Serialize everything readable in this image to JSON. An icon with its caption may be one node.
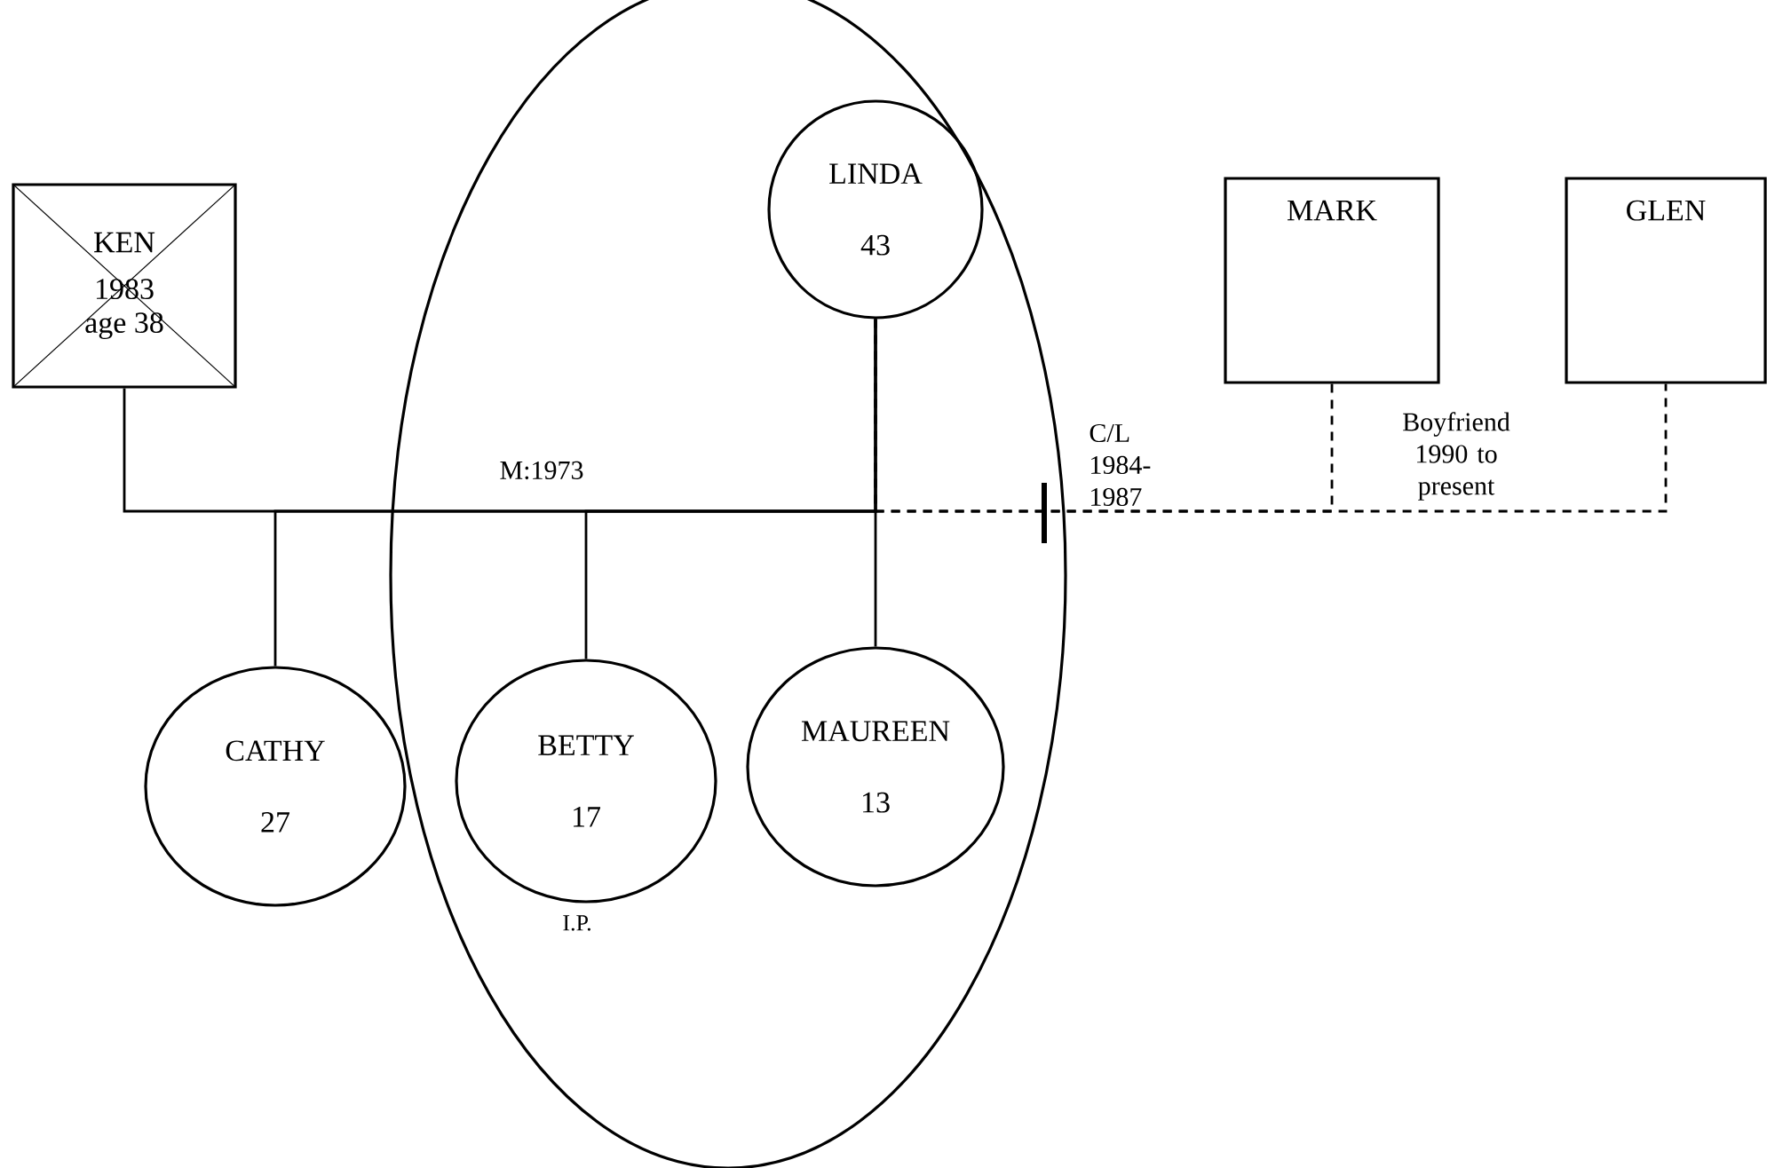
{
  "diagram": {
    "nodes": [
      {
        "text": [
          "KEN",
          "1983 age 38"
        ]
      },
      {
        "text": [],
        "shape": "ellipse"
      },
      {
        "text": [
          "LINDA",
          "43"
        ],
        "in": 1
      },
      {
        "text": [
          "MARK"
        ]
      },
      {
        "text": [
          "GLEN"
        ]
      },
      {
        "text": [
          "CATHY",
          "27"
        ]
      },
      {
        "text": [
          "BETTY",
          "17"
        ],
        "in": 1,
        "beside": [
          "I.P."
        ]
      },
      {
        "text": [
          "MAUREEN",
          "13"
        ],
        "in": 1
      }
    ],
    "edges": [
      {
        "from": 0,
        "to": 2,
        "arrow": "none",
        "label": "M:1973"
      },
      {
        "from": 2,
        "to": 5,
        "arrow": "none"
      },
      {
        "from": 2,
        "to": 6,
        "arrow": "none"
      },
      {
        "from": 2,
        "to": 7,
        "arrow": "none"
      },
      {
        "from": 2,
        "to": 3,
        "arrow": "none",
        "style": "dashed",
        "label": "C/L 1984-1987"
      },
      {
        "from": 2,
        "to": 4,
        "arrow": "none",
        "style": "dashed",
        "label": "Boyfriend 1990 to present"
      }
    ]
  }
}
